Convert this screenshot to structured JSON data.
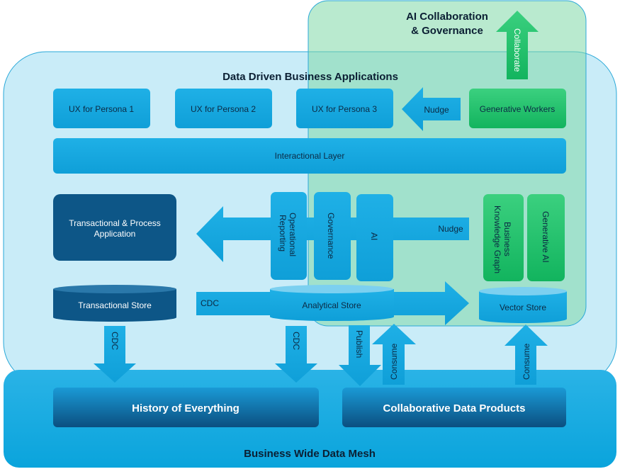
{
  "ai_region": {
    "title_line1": "AI Collaboration",
    "title_line2": "& Governance",
    "collaborate": "Collaborate"
  },
  "apps_region": {
    "title": "Data Driven Business Applications"
  },
  "ux": [
    "UX for Persona 1",
    "UX for Persona 2",
    "UX for Persona 3"
  ],
  "nudge_top": "Nudge",
  "generative_workers": "Generative Workers",
  "interactional_layer": "Interactional Layer",
  "transactional_app": {
    "line1": "Transactional & Process",
    "line2": "Application"
  },
  "nudge_mid": "Nudge",
  "pillars": {
    "op_line1": "Operational",
    "op_line2": "Reporting",
    "governance": "Governance",
    "ai": "AI"
  },
  "bkg": {
    "line1": "Business",
    "line2": "Knowledge Graph"
  },
  "generative_ai": "Generative AI",
  "stores": {
    "transactional": "Transactional Store",
    "analytical": "Analytical Store",
    "vector": "Vector Store"
  },
  "cdc_right": "CDC",
  "flows": {
    "cdc1": "CDC",
    "cdc2": "CDC",
    "publish": "Publish",
    "consume1": "Consume",
    "consume2": "Consume"
  },
  "history": "History of Everything",
  "collab_products": "Collaborative Data Products",
  "mesh": "Business Wide Data Mesh",
  "colors": {
    "blue": "#12a8df",
    "dark_blue": "#0d5687",
    "green": "#1fc46f",
    "apps_bg": "#c9ecf8",
    "ai_bg": "#a9e4c6"
  }
}
